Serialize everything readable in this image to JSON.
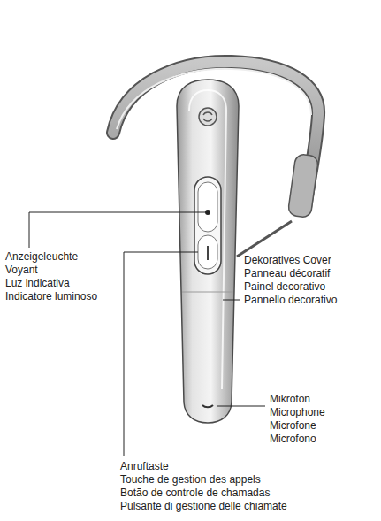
{
  "diagram": {
    "labels": [
      "Anzeigeleuchte",
      "Voyant",
      "Luz indicativa",
      "Indicatore luminoso",
      "Dekoratives Cover",
      "Panneau décoratif",
      "Painel decorativo",
      "Pannello decorativo",
      "Mikrofon",
      "Microphone",
      "Microfone",
      "Microfono",
      "Anruftaste",
      "Touche de gestion des appels",
      "Botão de controle de chamadas",
      "Pulsante di gestione delle chiamate"
    ]
  }
}
